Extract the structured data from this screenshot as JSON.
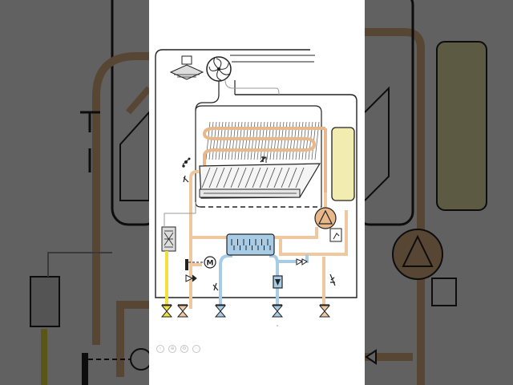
{
  "diagram": {
    "motor_label": "M",
    "colors": {
      "heating_water": "#f0c8a0",
      "hot_water": "#a8cce6",
      "gas": "#f0e040",
      "outline": "#222222",
      "heat_exchanger_tube": "#e8b88a",
      "expansion_vessel": "#f3ecb0"
    },
    "connections": [
      {
        "icon": "gas-valve-icon",
        "color": "gas"
      },
      {
        "icon": "heating-flow-valve-icon",
        "color": "heating_water"
      },
      {
        "icon": "hot-water-outlet-valve-icon",
        "color": "hot_water"
      },
      {
        "icon": "cold-water-inlet-valve-icon",
        "color": "hot_water"
      },
      {
        "icon": "heating-return-valve-icon",
        "color": "heating_water"
      }
    ]
  },
  "player": {
    "controls": [
      "previous-icon",
      "zoom-icon",
      "settings-icon",
      "more-icon"
    ],
    "control_glyphs": [
      "‹",
      "⊕",
      "⚙",
      "⋯"
    ]
  }
}
